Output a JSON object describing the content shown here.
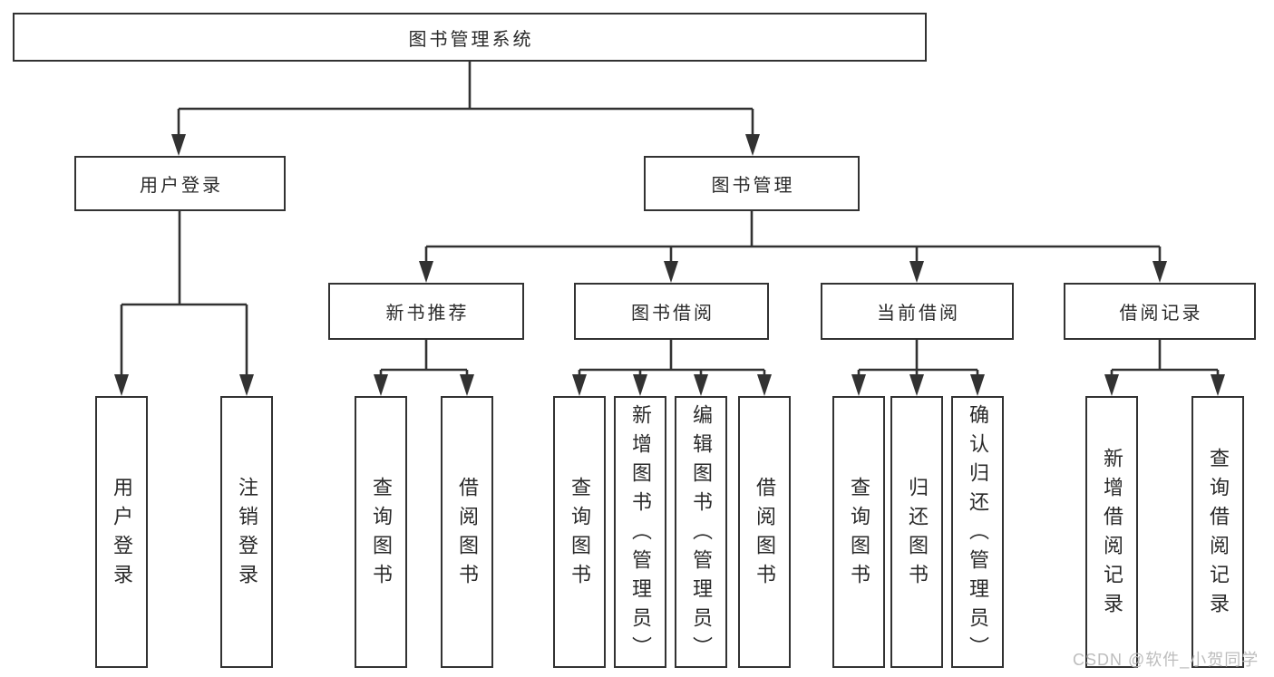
{
  "diagram": {
    "root": {
      "label": "图书管理系统"
    },
    "level2": [
      {
        "label": "用户登录"
      },
      {
        "label": "图书管理"
      }
    ],
    "level3": [
      {
        "label": "新书推荐"
      },
      {
        "label": "图书借阅"
      },
      {
        "label": "当前借阅"
      },
      {
        "label": "借阅记录"
      }
    ],
    "leaves": {
      "user_login": [
        "用户登录",
        "注销登录"
      ],
      "new_book": [
        "查询图书",
        "借阅图书"
      ],
      "book_borrow": [
        "查询图书",
        "新增图书（管理员）",
        "编辑图书（管理员）",
        "借阅图书"
      ],
      "current_borrow": [
        "查询图书",
        "归还图书",
        "确认归还（管理员）"
      ],
      "borrow_record": [
        "新增借阅记录",
        "查询借阅记录"
      ]
    },
    "watermark": "CSDN @软件_小贺同学"
  },
  "colors": {
    "line": "#323232",
    "box_border": "#323232",
    "box_fill": "#ffffff",
    "watermark": "#bdbdbd"
  }
}
